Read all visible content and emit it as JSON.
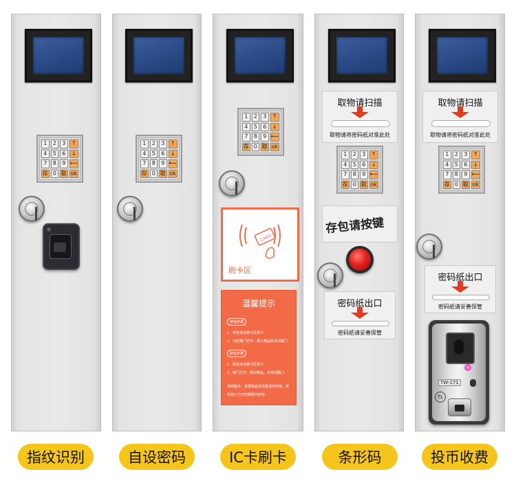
{
  "labels": {
    "fingerprint": "指纹识别",
    "password": "自设密码",
    "ic_card": "IC卡刷卡",
    "barcode": "条形码",
    "coin": "投币收费"
  },
  "keypad": {
    "keys": [
      "1",
      "2",
      "3",
      "↑",
      "4",
      "5",
      "6",
      "↓",
      "7",
      "8",
      "9",
      "⟵",
      "存",
      "0",
      "取",
      "ok"
    ]
  },
  "card_area": {
    "label": "刷卡区",
    "card_text": "CARD"
  },
  "notice": {
    "title": "温馨提示",
    "store_header": "存包步骤",
    "store_steps": [
      "1、存包请在刷卡区刷卡",
      "2、对应箱门打开，放入物品并关闭箱门"
    ],
    "fetch_header": "取包步骤",
    "fetch_steps": [
      "1、取包请在刷卡区刷卡",
      "2、箱门打开，取出物品，并关闭箱门"
    ],
    "footer": "特别提示：贵重物品及现金请勿存放。若在他人已开的箱柜内存包"
  },
  "scan_slip": {
    "title": "取物请扫描",
    "subtitle": "取物请将密码纸对准此处"
  },
  "press_button": {
    "label": "存包请按键"
  },
  "ticket_slip": {
    "title": "密码纸出口",
    "subtitle": "密码纸请妥善保管"
  },
  "coin_acceptor": {
    "model": "TW-171",
    "brand": "TL"
  },
  "colors": {
    "tab": "#f6c51b",
    "accent_red": "#e23b1d",
    "notice_bg": "#f26a46",
    "panel": "#e6e6e6"
  }
}
